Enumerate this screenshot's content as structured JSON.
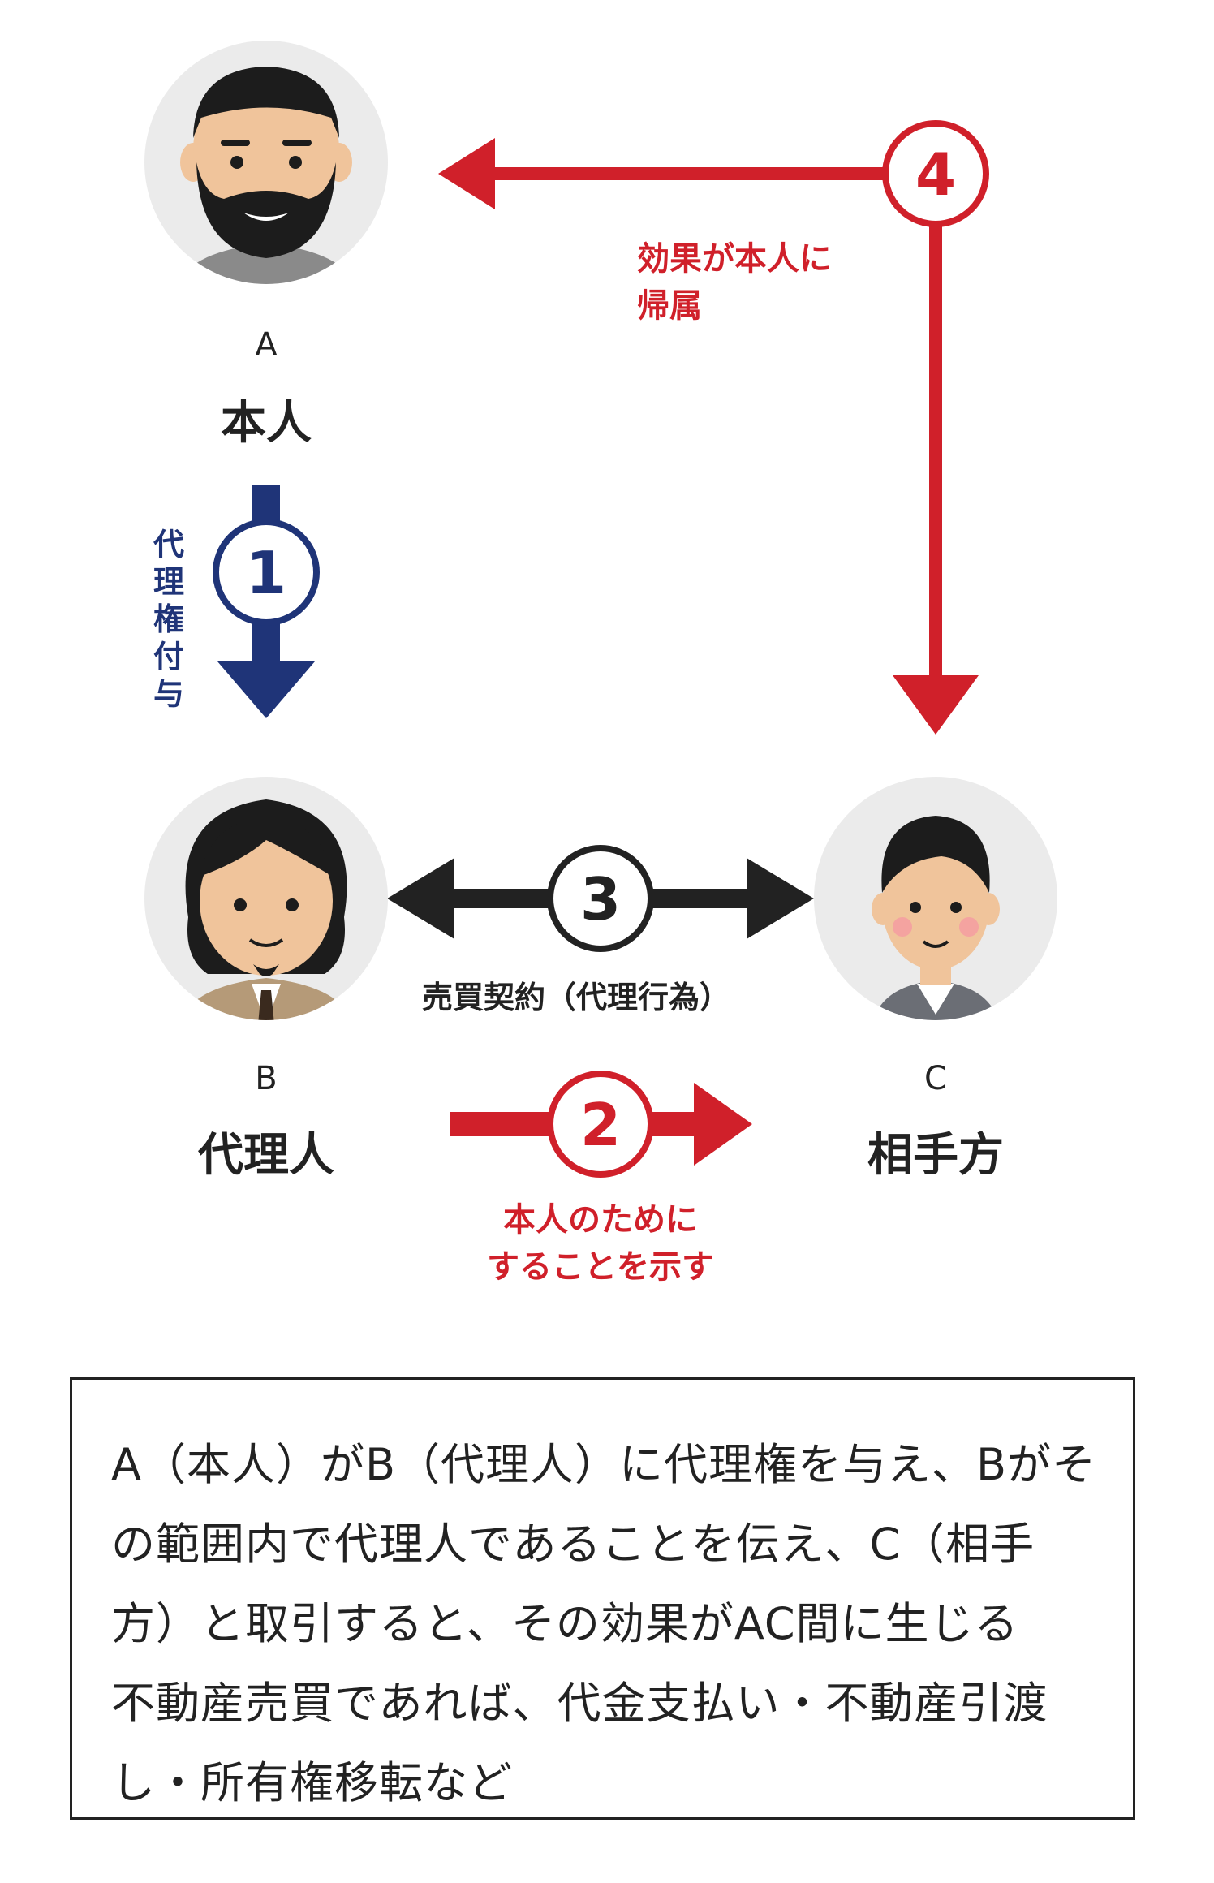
{
  "colors": {
    "red": "#d0202a",
    "navy": "#1f3478",
    "black": "#222222",
    "circle_bg": "#ebebeb"
  },
  "nodes": {
    "a": {
      "letter": "A",
      "role": "本人",
      "icon": "bearded-man-avatar"
    },
    "b": {
      "letter": "B",
      "role": "代理人",
      "icon": "long-haired-man-avatar"
    },
    "c": {
      "letter": "C",
      "role": "相手方",
      "icon": "businessman-avatar"
    }
  },
  "steps": {
    "s1": {
      "number": "1",
      "label": "代理権付与"
    },
    "s2": {
      "number": "2",
      "label_line1": "本人のために",
      "label_line2": "することを示す"
    },
    "s3": {
      "number": "3",
      "label": "売買契約（代理行為）"
    },
    "s4": {
      "number": "4",
      "label_line1": "効果が本人に",
      "label_line2": "帰属"
    }
  },
  "summary": {
    "lines": [
      "A（本人）がB（代理人）に代理権を与え、Bがそ",
      "の範囲内で代理人であることを伝え、C（相手",
      "方）と取引すると、その効果がAC間に生じる",
      "不動産売買であれば、代金支払い・不動産引渡",
      "し・所有権移転など"
    ]
  }
}
